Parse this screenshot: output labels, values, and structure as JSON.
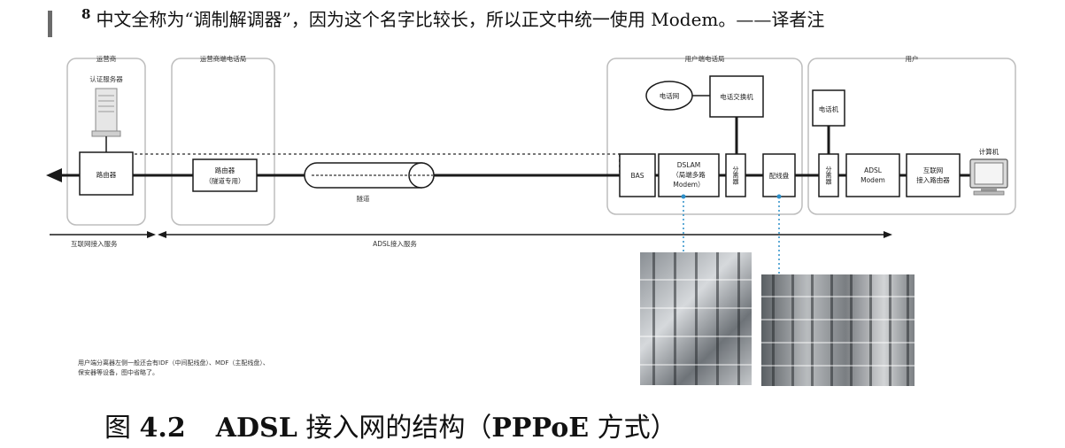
{
  "footnote": {
    "number": "8",
    "text": "中文全称为“调制解调器”，因为这个名字比较长，所以正文中统一使用 Modem。——译者注"
  },
  "regions": {
    "isp": "运营商",
    "isp_office": "运营商端电话局",
    "user_office": "用户端电话局",
    "user": "用户"
  },
  "nodes": {
    "auth_server": "认证服务器",
    "router": "路由器",
    "tunnel_router_line1": "路由器",
    "tunnel_router_line2": "（隧道专用）",
    "tunnel": "隧道",
    "phone_network": "电话网",
    "phone_switch": "电话交换机",
    "bas": "BAS",
    "dslam_line1": "DSLAM",
    "dslam_line2": "（局端多路",
    "dslam_line3": "Modem）",
    "splitter_office": "分离器",
    "distribution_frame": "配线盘",
    "telephone": "电话机",
    "splitter_user": "分离器",
    "adsl_modem_line1": "ADSL",
    "adsl_modem_line2": "Modem",
    "access_router_line1": "互联网",
    "access_router_line2": "接入路由器",
    "computer": "计算机"
  },
  "arrows": {
    "internet_access": "互联网接入服务",
    "adsl_access": "ADSL接入服务"
  },
  "note": {
    "line1": "用户端分离器左侧一般还会有IDF（中间配线盘）、MDF（主配线盘）、",
    "line2": "保安器等设备，图中省略了。"
  },
  "caption": {
    "prefix": "图",
    "number": "4.2",
    "text_a": "ADSL",
    "text_b": "接入网的结构（",
    "text_c": "PPPoE",
    "text_d": "方式）"
  },
  "colors": {
    "line": "#1a1a1a",
    "region_border": "#bdbdbd",
    "dotted_link": "#2b8fc9"
  }
}
